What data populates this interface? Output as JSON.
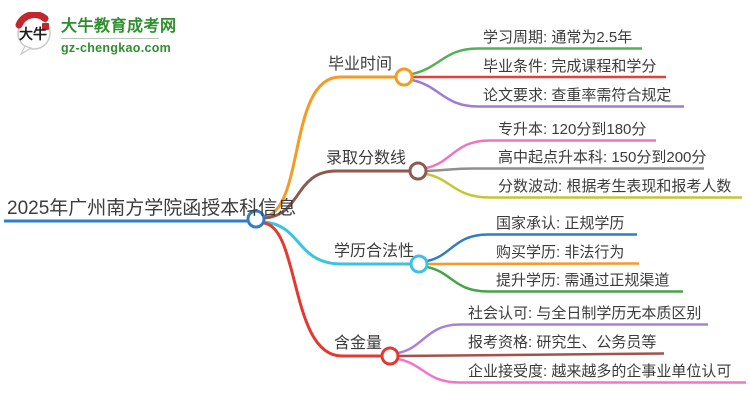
{
  "site": {
    "logo_title": "大牛教育成考网",
    "logo_domain": "gz-chengkao.com",
    "logo_icon_text": "大牛",
    "brand_green": "#2f8f2f",
    "brand_red": "#c1272d",
    "bubble_outline": "#c9c9c9"
  },
  "mindmap": {
    "root": {
      "label": "2025年广州南方学院函授本科信息",
      "color": "#2f7ec7"
    },
    "branches": [
      {
        "label": "毕业时间",
        "color": "#f59a23",
        "children": [
          {
            "label": "学习周期: 通常为2.5年",
            "color": "#54b054"
          },
          {
            "label": "毕业条件: 完成课程和学分",
            "color": "#e6403a"
          },
          {
            "label": "论文要求: 查重率需符合规定",
            "color": "#9d7bd8"
          }
        ]
      },
      {
        "label": "录取分数线",
        "color": "#8d5a50",
        "children": [
          {
            "label": "专升本: 120分到180分",
            "color": "#f075c0"
          },
          {
            "label": "高中起点升本科: 150分到200分",
            "color": "#8f8f8f"
          },
          {
            "label": "分数波动: 根据考生表现和报考人数",
            "color": "#c3c733"
          }
        ]
      },
      {
        "label": "学历合法性",
        "color": "#3bc3e0",
        "children": [
          {
            "label": "国家承认: 正规学历",
            "color": "#2e7fc2"
          },
          {
            "label": "购买学历: 非法行为",
            "color": "#f89827"
          },
          {
            "label": "提升学历: 需通过正规渠道",
            "color": "#47a447"
          }
        ]
      },
      {
        "label": "含金量",
        "color": "#e23a31",
        "children": [
          {
            "label": "社会认可: 与全日制学历无本质区别",
            "color": "#a981d9"
          },
          {
            "label": "报考资格: 研究生、公务员等",
            "color": "#a3524a"
          },
          {
            "label": "企业接受度: 越来越多的企事业单位认可",
            "color": "#f473cb"
          }
        ]
      }
    ]
  }
}
